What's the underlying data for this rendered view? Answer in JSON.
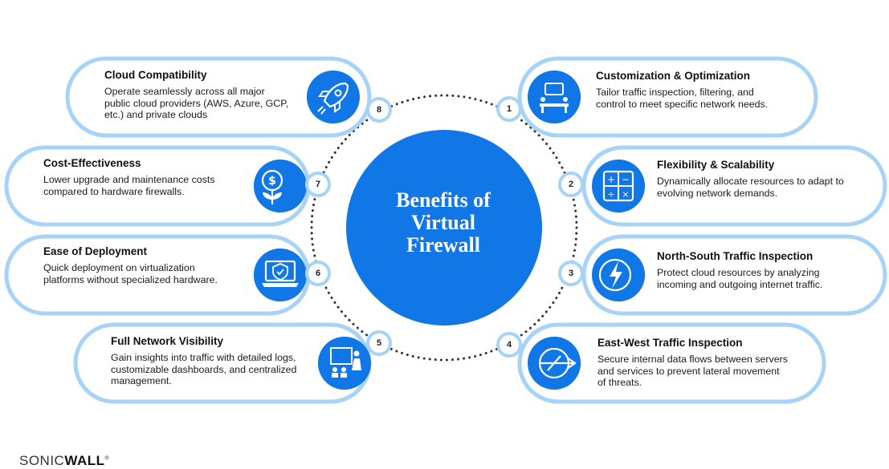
{
  "center": {
    "line1": "Benefits of",
    "line2": "Virtual",
    "line3": "Firewall"
  },
  "colors": {
    "accent": "#1177e6",
    "card_border": "#a6d3f7",
    "num_ring": "#a6d3f7"
  },
  "benefits": [
    {
      "num": "1",
      "title": "Customization & Optimization",
      "desc": "Tailor traffic inspection, filtering, and control to meet specific network needs.",
      "icon": "meeting-team-icon"
    },
    {
      "num": "2",
      "title": "Flexibility & Scalability",
      "desc": "Dynamically allocate resources to adapt to evolving network demands.",
      "icon": "calculator-icon"
    },
    {
      "num": "3",
      "title": "North-South Traffic Inspection",
      "desc": "Protect cloud resources by analyzing incoming and outgoing internet traffic.",
      "icon": "lightning-bolt-icon"
    },
    {
      "num": "4",
      "title": "East-West Traffic Inspection",
      "desc": "Secure internal data flows between servers and services to prevent lateral movement of threats.",
      "icon": "compass-arrow-icon"
    },
    {
      "num": "5",
      "title": "Full Network Visibility",
      "desc": "Gain insights into traffic with detailed logs, customizable dashboards, and centralized management.",
      "icon": "presentation-board-icon"
    },
    {
      "num": "6",
      "title": "Ease of Deployment",
      "desc": "Quick deployment on virtualization platforms without specialized hardware.",
      "icon": "laptop-shield-icon"
    },
    {
      "num": "7",
      "title": "Cost-Effectiveness",
      "desc": "Lower upgrade and maintenance costs compared to hardware firewalls.",
      "icon": "money-plant-icon"
    },
    {
      "num": "8",
      "title": "Cloud Compatibility",
      "desc": "Operate seamlessly across all major public cloud providers (AWS, Azure, GCP, etc.) and private clouds",
      "icon": "rocket-icon"
    }
  ],
  "logo": {
    "part1": "SONIC",
    "part2": "WALL",
    "mark": "®"
  }
}
